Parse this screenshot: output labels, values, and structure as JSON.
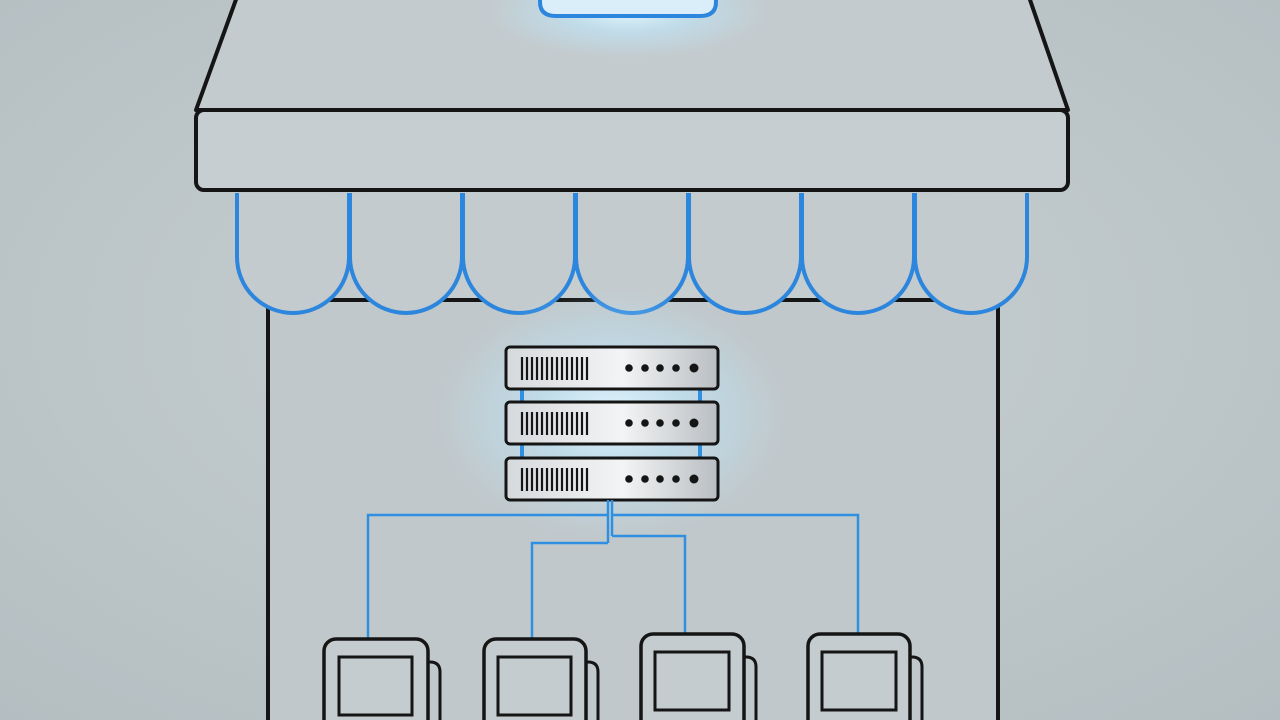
{
  "diagram": {
    "subject": "storefront-local-server-network",
    "server_units": 3,
    "terminals": 4,
    "awning_scallops": 7
  },
  "colors": {
    "background": "#b9c3c6",
    "background_light": "#c8d0d2",
    "outline": "#151515",
    "building_fill": "#c0c8cb",
    "roof_fill": "#c3cbce",
    "awning_blue": "#2d86dd",
    "network_line": "#2f8fe0",
    "glow": "#bfe9ff",
    "server_face_light": "#f3f4f5",
    "server_face_dark": "#b9bec2",
    "screen_fill": "#c4cccf"
  }
}
